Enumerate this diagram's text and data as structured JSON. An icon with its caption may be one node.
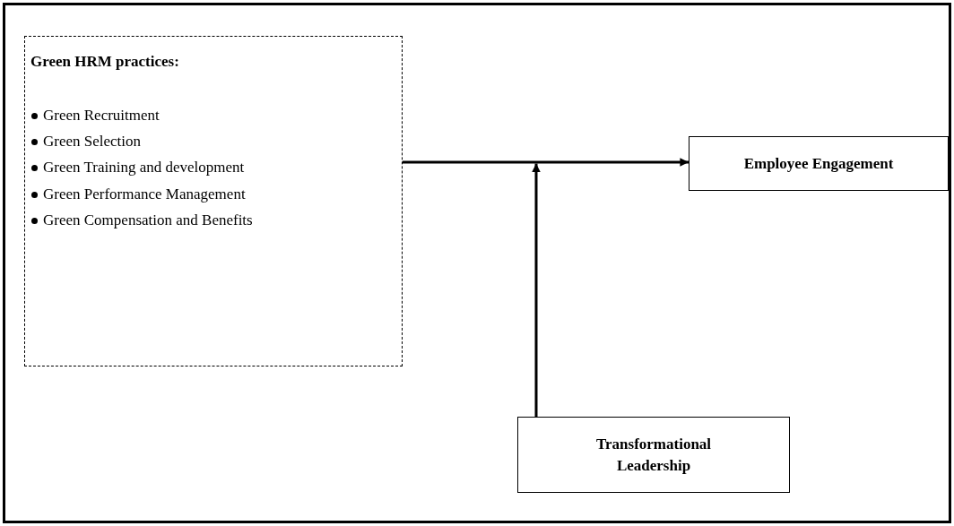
{
  "diagram": {
    "nodes": [
      {
        "text": [
          "Green HRM practices:",
          "Green Recruitment",
          "Green Selection",
          "Green Training and development",
          "Green Performance Management",
          "Green Compensation and Benefits"
        ]
      },
      {
        "text": [
          "Employee Engagement"
        ]
      },
      {
        "text": [
          "Transformational Leadership"
        ]
      }
    ],
    "edges": [
      {
        "from": 0,
        "to": 1,
        "arrow": "to"
      },
      {
        "from": 2,
        "to": null,
        "arrow": "to"
      }
    ]
  }
}
